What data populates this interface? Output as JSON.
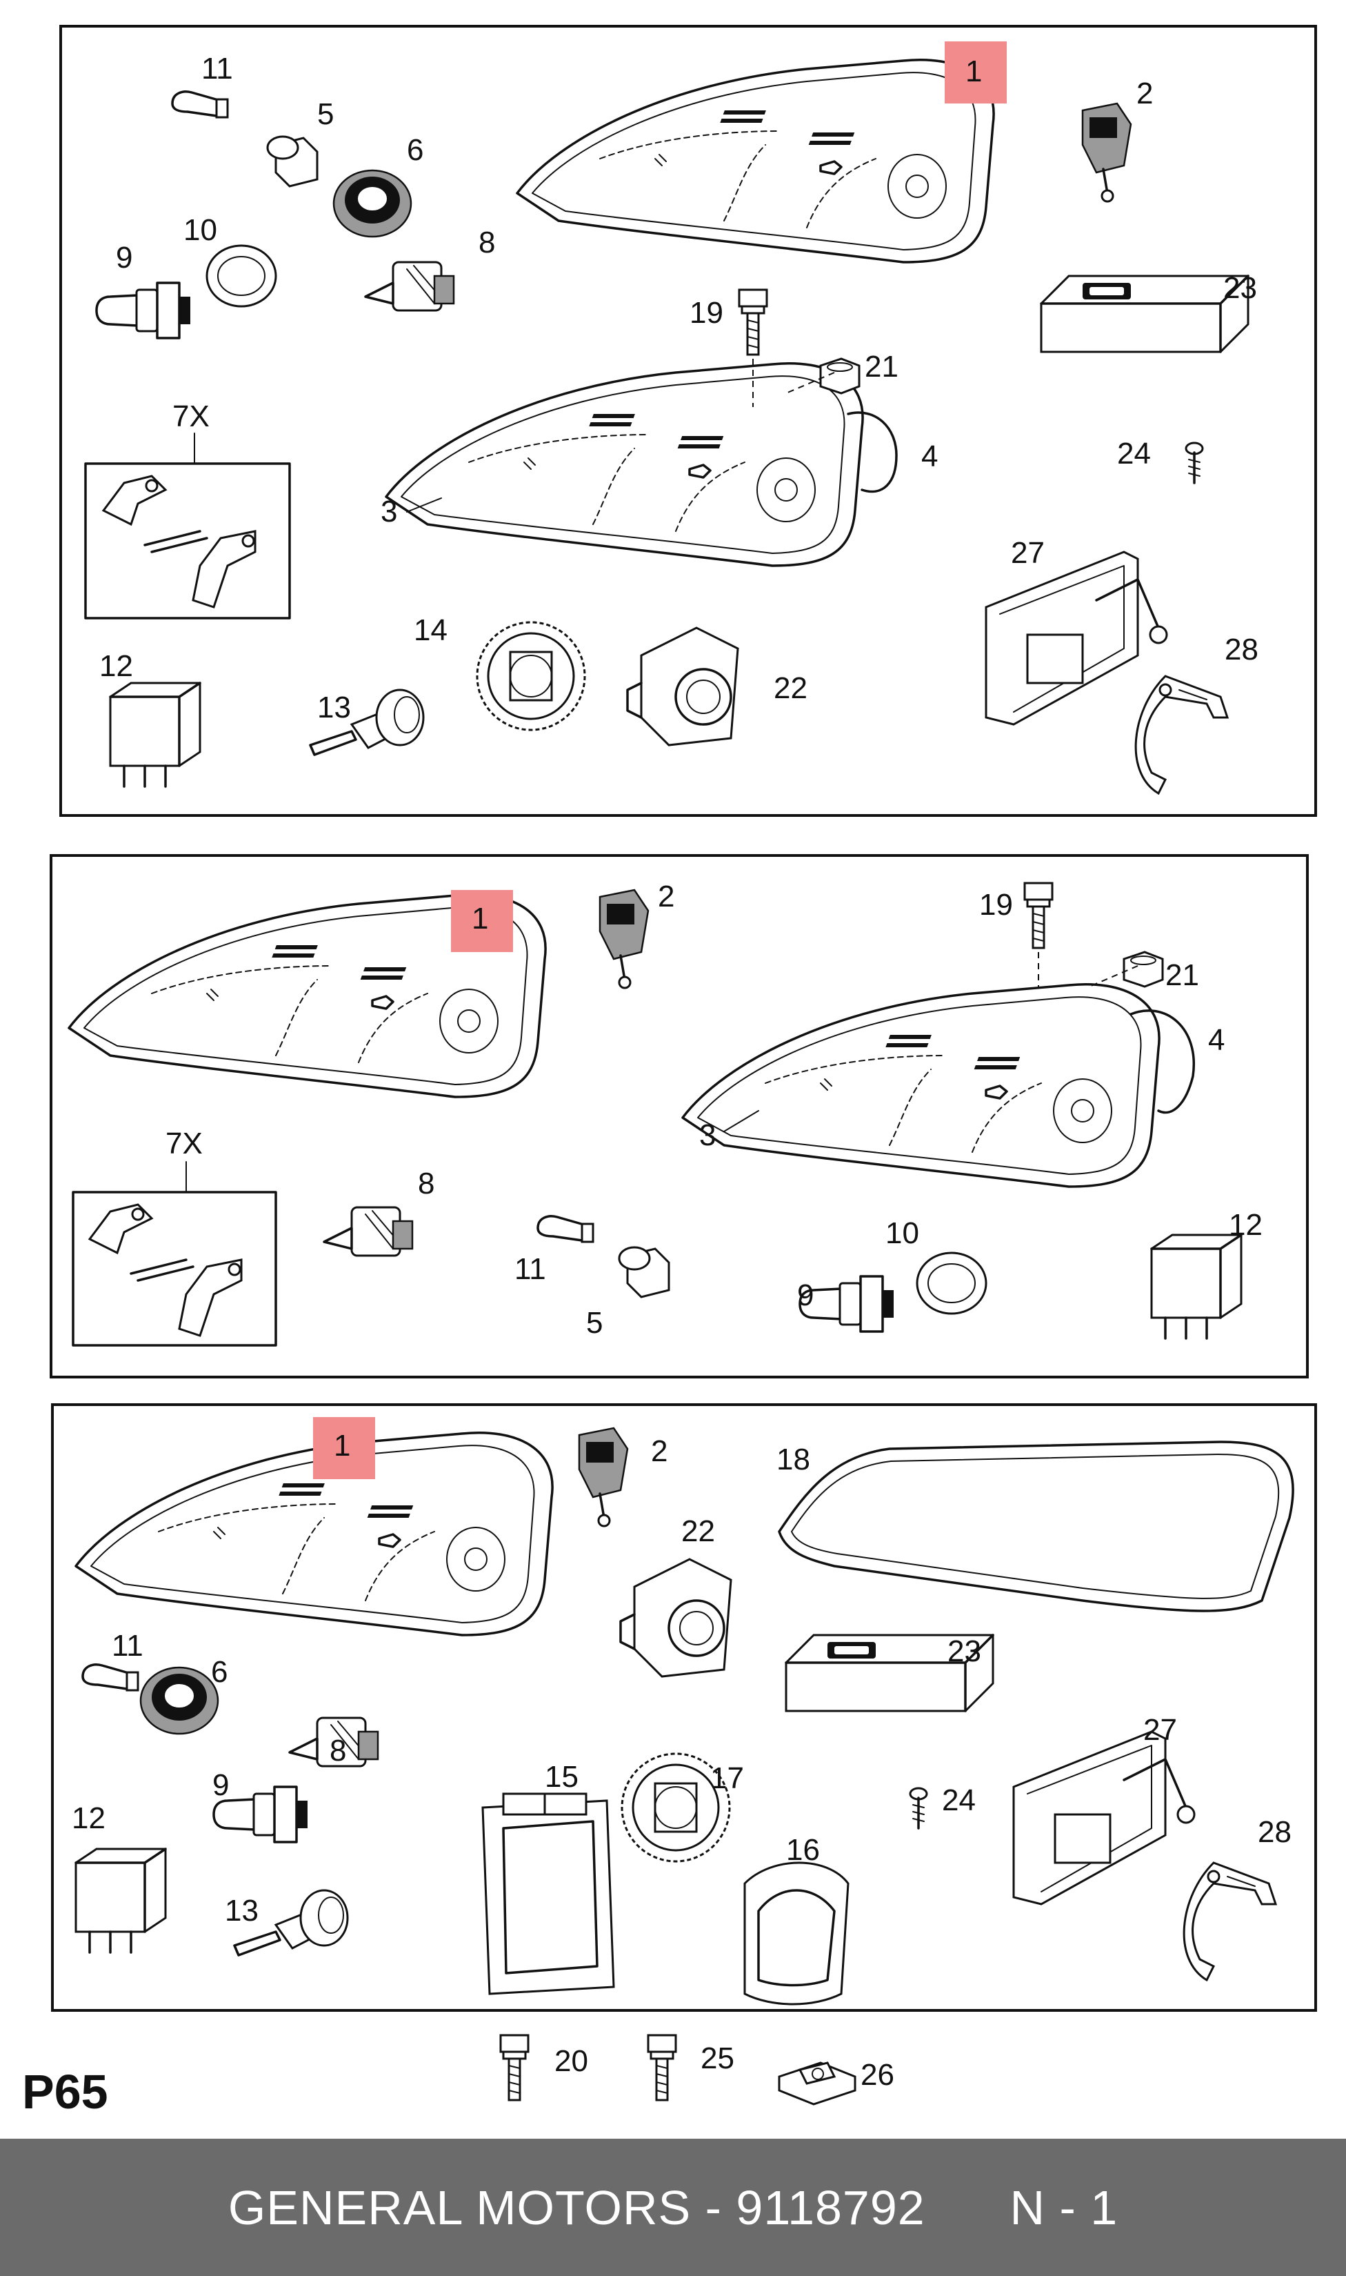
{
  "page_code": "P65",
  "footer": {
    "brand": "GENERAL MOTORS",
    "separator": " - ",
    "part_number": "9118792",
    "quantity": "N - 1"
  },
  "highlight_color": "#f28b8b",
  "footer_color": "#6b6b6b",
  "panels": [
    {
      "id": "panel-1",
      "callouts": [
        "1",
        "2",
        "3",
        "4",
        "5",
        "6",
        "7X",
        "8",
        "9",
        "10",
        "11",
        "12",
        "13",
        "14",
        "19",
        "21",
        "22",
        "23",
        "24",
        "27",
        "28"
      ]
    },
    {
      "id": "panel-2",
      "callouts": [
        "1",
        "2",
        "3",
        "4",
        "5",
        "7X",
        "8",
        "9",
        "10",
        "11",
        "12",
        "19",
        "21"
      ]
    },
    {
      "id": "panel-3",
      "callouts": [
        "1",
        "2",
        "6",
        "8",
        "9",
        "11",
        "12",
        "13",
        "15",
        "16",
        "17",
        "18",
        "22",
        "23",
        "24",
        "27",
        "28"
      ]
    }
  ],
  "loose_parts": [
    "20",
    "25",
    "26"
  ],
  "highlighted_callout": "1"
}
